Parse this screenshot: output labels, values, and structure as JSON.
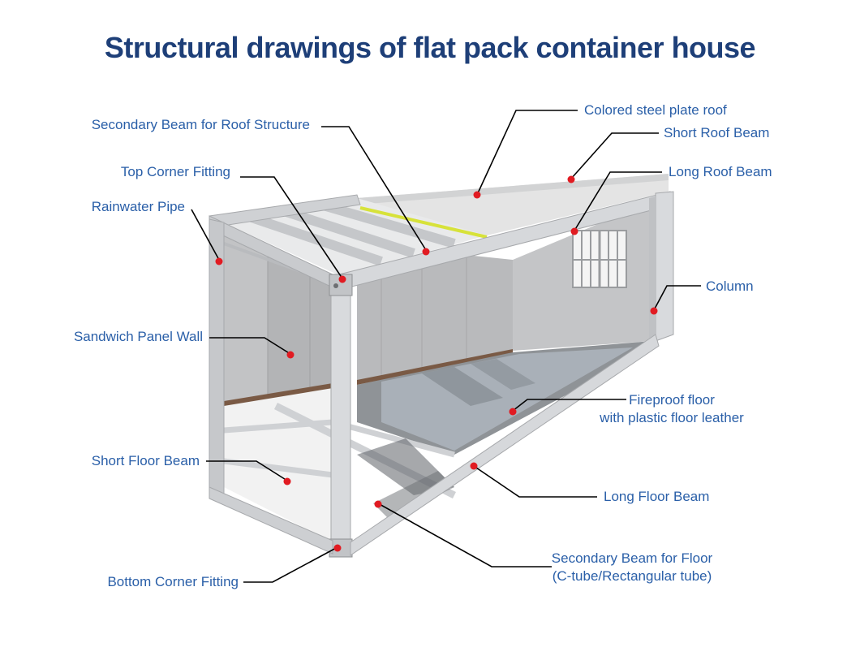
{
  "title": "Structural drawings of flat pack container house",
  "labels": {
    "secondary_beam_roof": "Secondary Beam for Roof Structure",
    "top_corner_fitting": "Top Corner Fitting",
    "rainwater_pipe": "Rainwater Pipe",
    "sandwich_panel_wall": "Sandwich Panel Wall",
    "short_floor_beam": "Short Floor Beam",
    "bottom_corner_fitting": "Bottom Corner Fitting",
    "colored_steel_roof": "Colored steel plate roof",
    "short_roof_beam": "Short Roof Beam",
    "long_roof_beam": "Long Roof Beam",
    "column": "Column",
    "fireproof_floor_line1": "Fireproof floor",
    "fireproof_floor_line2": "with plastic floor leather",
    "long_floor_beam": "Long Floor Beam",
    "secondary_beam_floor_line1": "Secondary Beam for Floor",
    "secondary_beam_floor_line2": "(C-tube/Rectangular tube)"
  },
  "colors": {
    "title": "#1e3f78",
    "label": "#2a5fa8",
    "marker": "#e11b22",
    "leader": "#000000",
    "frame": "#c9ccd0",
    "wall": "#b4b5b7",
    "floor": "#8e9296",
    "roof": "#e3e3e3",
    "beam_accent": "#d7e23a"
  }
}
